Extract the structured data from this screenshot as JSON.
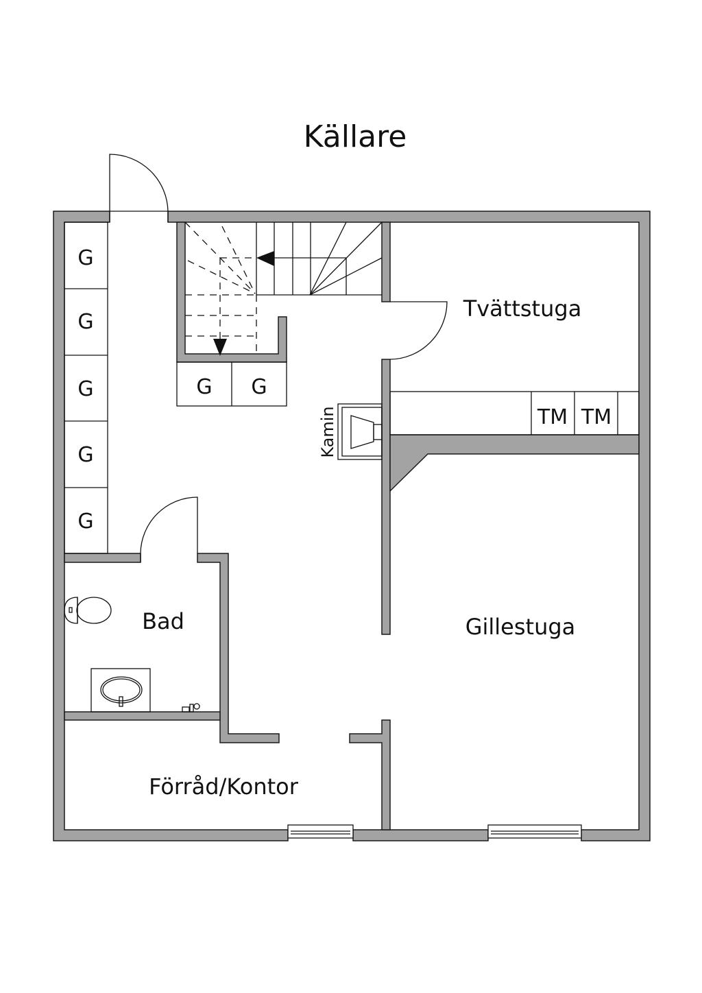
{
  "title": "Källare",
  "rooms": {
    "laundry": "Tvättstuga",
    "recreation": "Gillestuga",
    "bath": "Bad",
    "storage_office": "Förråd/Kontor",
    "stove": "Kamin"
  },
  "storage_label": "G",
  "dryer_label": "TM",
  "colors": {
    "wall": "#a3a3a3",
    "line": "#111111",
    "background": "#ffffff"
  }
}
